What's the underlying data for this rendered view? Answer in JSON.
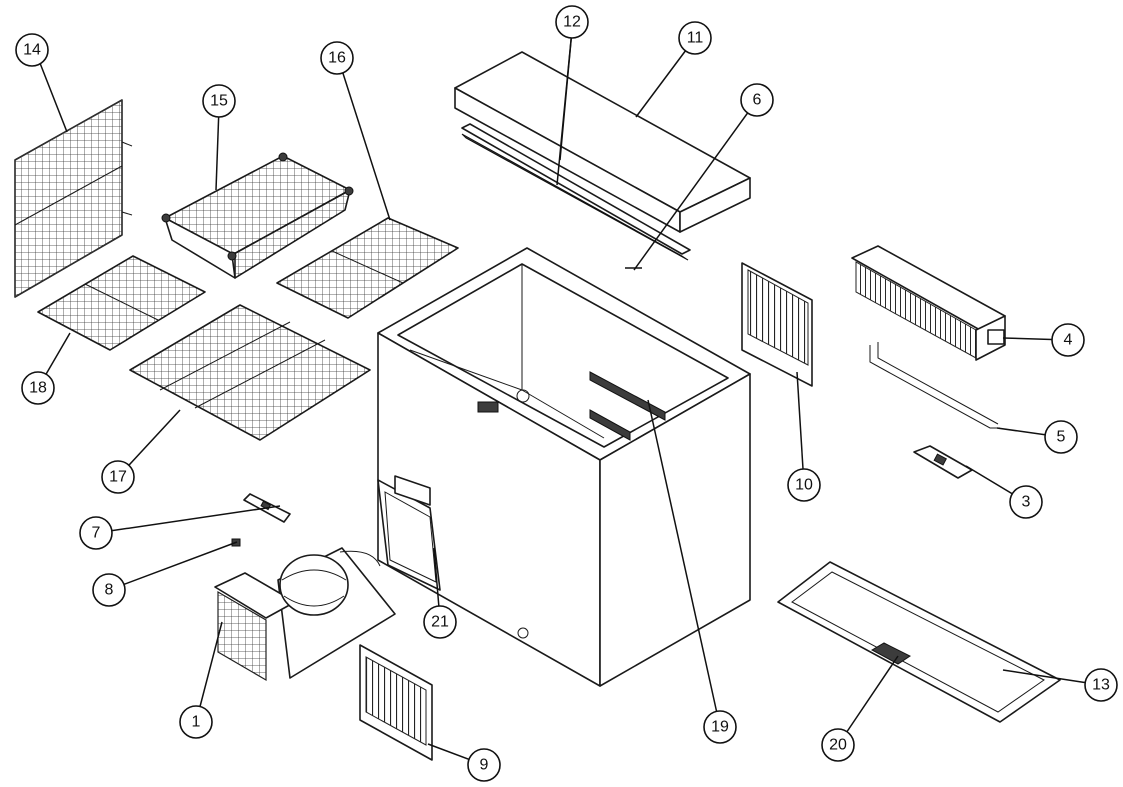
{
  "callouts": [
    {
      "id": "c1",
      "label": "1"
    },
    {
      "id": "c3",
      "label": "3"
    },
    {
      "id": "c4",
      "label": "4"
    },
    {
      "id": "c5",
      "label": "5"
    },
    {
      "id": "c6",
      "label": "6"
    },
    {
      "id": "c7",
      "label": "7"
    },
    {
      "id": "c8",
      "label": "8"
    },
    {
      "id": "c9",
      "label": "9"
    },
    {
      "id": "c10",
      "label": "10"
    },
    {
      "id": "c11",
      "label": "11"
    },
    {
      "id": "c12",
      "label": "12"
    },
    {
      "id": "c13",
      "label": "13"
    },
    {
      "id": "c14",
      "label": "14"
    },
    {
      "id": "c15",
      "label": "15"
    },
    {
      "id": "c16",
      "label": "16"
    },
    {
      "id": "c17",
      "label": "17"
    },
    {
      "id": "c18",
      "label": "18"
    },
    {
      "id": "c19",
      "label": "19"
    },
    {
      "id": "c20",
      "label": "20"
    },
    {
      "id": "c21",
      "label": "21"
    }
  ]
}
